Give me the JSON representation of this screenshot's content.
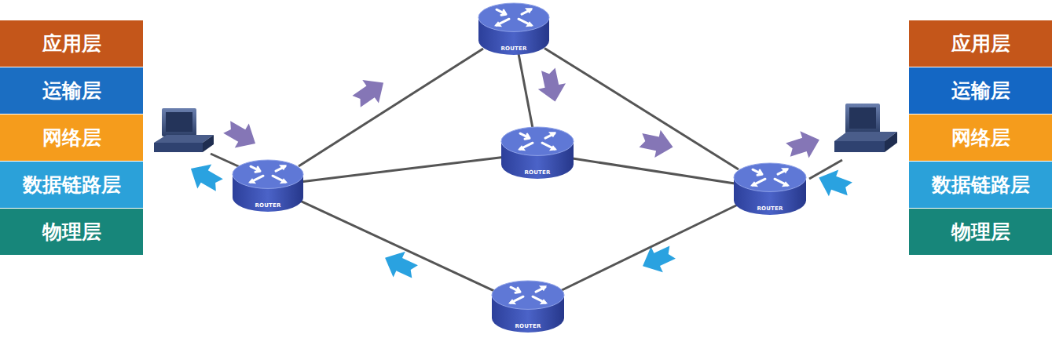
{
  "diagram": {
    "nodes": [
      {
        "text": [
          "应用层"
        ]
      },
      {
        "text": [
          "运输层"
        ]
      },
      {
        "text": [
          "网络层"
        ]
      },
      {
        "text": [
          "数据链路层"
        ]
      },
      {
        "text": [
          "物理层"
        ]
      },
      {
        "text": [
          "ROUTER"
        ]
      },
      {
        "text": [
          "ROUTER"
        ]
      },
      {
        "text": [
          "ROUTER"
        ]
      },
      {
        "text": [
          "ROUTER"
        ]
      },
      {
        "text": [
          "ROUTER"
        ]
      },
      {
        "text": [
          "应用层"
        ]
      },
      {
        "text": [
          "运输层"
        ]
      },
      {
        "text": [
          "网络层"
        ]
      },
      {
        "text": [
          "数据链路层"
        ]
      },
      {
        "text": [
          "物理层"
        ]
      }
    ],
    "edges": [
      {
        "from": 5,
        "to": 6,
        "arrow": "none"
      },
      {
        "from": 5,
        "to": 7,
        "arrow": "none"
      },
      {
        "from": 5,
        "to": 8,
        "arrow": "none"
      },
      {
        "from": 6,
        "to": 7,
        "arrow": "none"
      },
      {
        "from": 7,
        "to": 8,
        "arrow": "none"
      },
      {
        "from": 6,
        "to": 9,
        "arrow": "none"
      },
      {
        "from": 9,
        "to": 8,
        "arrow": "none"
      }
    ]
  }
}
